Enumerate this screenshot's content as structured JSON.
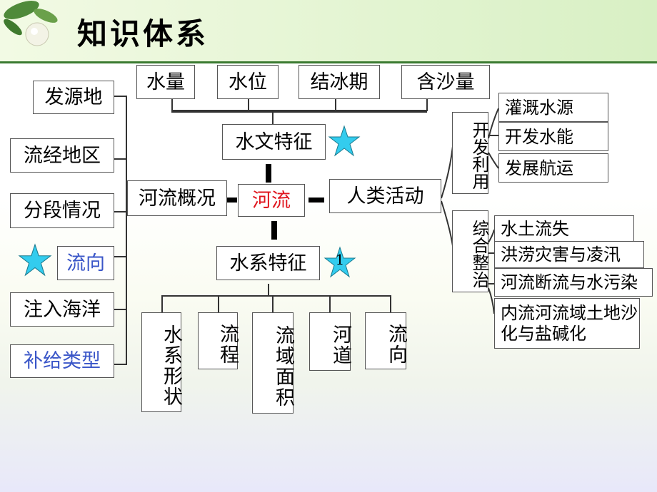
{
  "title": "知识体系",
  "center": "河流",
  "hydrology": {
    "label": "水文特征",
    "items": [
      "水量",
      "水位",
      "结冰期",
      "含沙量"
    ]
  },
  "water_system": {
    "label": "水系特征",
    "badge": "1",
    "items": [
      "水系形状",
      "流程",
      "流域面积",
      "河道",
      "流向"
    ]
  },
  "overview": {
    "label": "河流概况",
    "items": [
      "发源地",
      "流经地区",
      "分段情况",
      "流向",
      "注入海洋",
      "补给类型"
    ]
  },
  "human": {
    "label": "人类活动",
    "develop": {
      "label": "开发利用",
      "items": [
        "灌溉水源",
        "开发水能",
        "发展航运"
      ]
    },
    "govern": {
      "label": "综合整治",
      "items": [
        "水土流失",
        "洪涝灾害与凌汛",
        "河流断流与水污染",
        "内流河流域土地沙化与盐碱化"
      ]
    }
  },
  "colors": {
    "star": "#33ccee",
    "center_text": "#e0161e",
    "highlight_text": "#3a56c8",
    "title_bar": "#d8f0c4"
  }
}
